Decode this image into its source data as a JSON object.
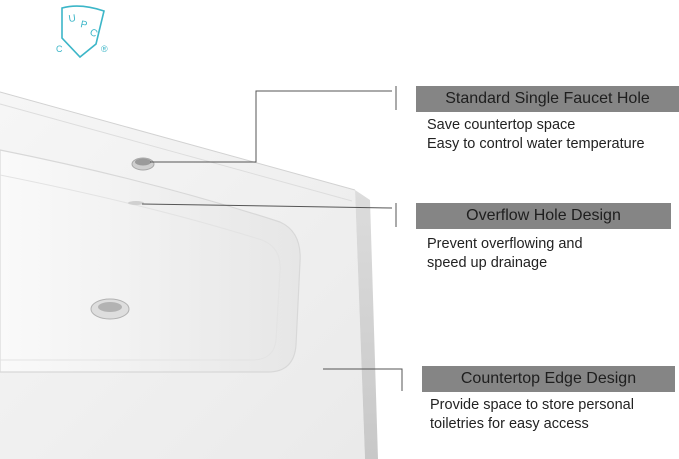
{
  "certification": {
    "badge_text": "UPC",
    "letters": [
      "U",
      "P",
      "C"
    ],
    "left_mark": "C",
    "right_mark": "®",
    "color": "#3cb6c8"
  },
  "features": [
    {
      "title": "Standard Single Faucet Hole",
      "lines": [
        "Save countertop space",
        "Easy to control water temperature"
      ]
    },
    {
      "title": "Overflow Hole Design",
      "lines": [
        "Prevent overflowing and",
        "speed up drainage"
      ]
    },
    {
      "title": "Countertop Edge Design",
      "lines": [
        "Provide space to store personal",
        "toiletries for easy access"
      ]
    }
  ],
  "colors": {
    "bar": "#858585",
    "sink": "#f4f4f4",
    "leader": "#555555"
  }
}
